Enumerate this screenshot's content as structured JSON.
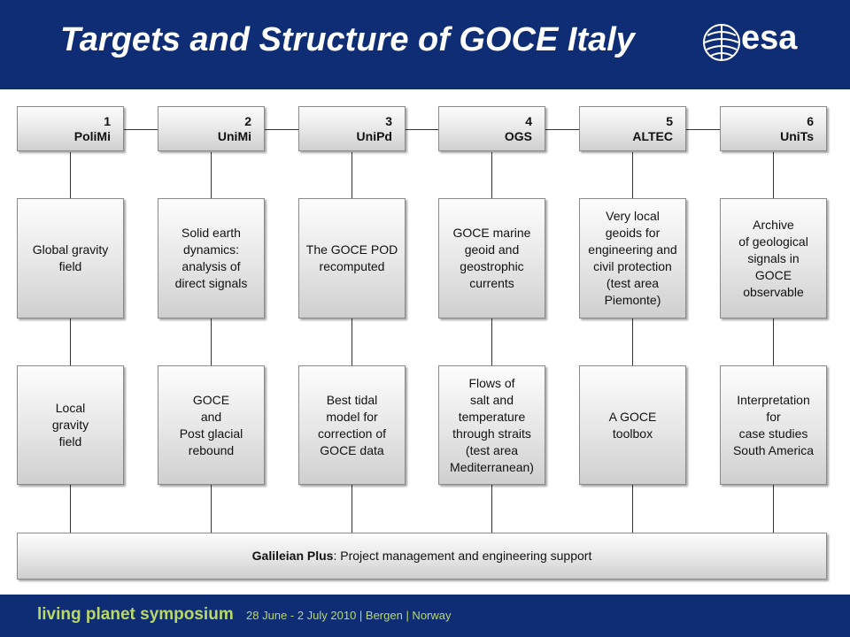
{
  "header": {
    "title": "Targets and Structure of GOCE Italy",
    "logo_text": "esa"
  },
  "partners": [
    {
      "number": "1",
      "name": "PoliMi",
      "target": "Global gravity\nfield",
      "result": "Local\ngravity\nfield"
    },
    {
      "number": "2",
      "name": "UniMi",
      "target": "Solid earth\ndynamics:\nanalysis of\ndirect signals",
      "result": "GOCE\nand\nPost glacial\nrebound"
    },
    {
      "number": "3",
      "name": "UniPd",
      "target": "The GOCE POD\nrecomputed",
      "result": "Best tidal\nmodel for\ncorrection of\nGOCE data"
    },
    {
      "number": "4",
      "name": "OGS",
      "target": "GOCE marine\ngeoid and\ngeostrophic\ncurrents",
      "result": "Flows of\nsalt and\ntemperature\nthrough straits\n(test area\nMediterranean)"
    },
    {
      "number": "5",
      "name": "ALTEC",
      "target": "Very local\ngeoids for\nengineering and\ncivil protection\n(test area\nPiemonte)",
      "result": "A GOCE\ntoolbox"
    },
    {
      "number": "6",
      "name": "UniTs",
      "target": "Archive\nof geological\nsignals in\nGOCE\nobservable",
      "result": "Interpretation\nfor\ncase studies\nSouth America"
    }
  ],
  "support": {
    "lead": "Galileian Plus",
    "text": ": Project management and engineering support"
  },
  "footer": {
    "brand": "living planet symposium",
    "event": "28 June - 2 July 2010 | Bergen | Norway"
  },
  "colors": {
    "header_bg": "#0e2d74",
    "footer_text": "#b9d86a",
    "box_border": "#8a8a8a"
  }
}
